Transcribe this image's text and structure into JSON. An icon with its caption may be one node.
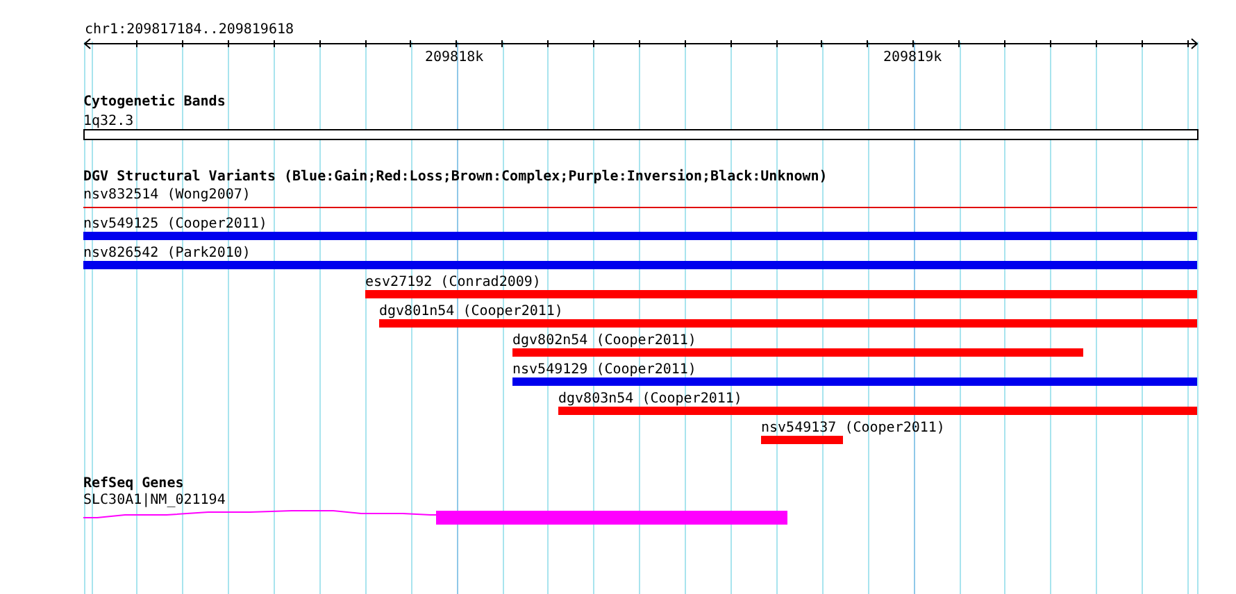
{
  "diagram": {
    "nodes": [
      {
        "text": [
          "1q32.3"
        ]
      },
      {
        "text": [
          "nsv832514 (Wong2007)"
        ]
      },
      {
        "text": [
          "nsv549125 (Cooper2011)"
        ]
      },
      {
        "text": [
          "nsv826542 (Park2010)"
        ]
      },
      {
        "text": [
          "esv27192 (Conrad2009)"
        ]
      },
      {
        "text": [
          "dgv801n54 (Cooper2011)"
        ]
      },
      {
        "text": [
          "dgv802n54 (Cooper2011)"
        ]
      },
      {
        "text": [
          "nsv549129 (Cooper2011)"
        ]
      },
      {
        "text": [
          "dgv803n54 (Cooper2011)"
        ]
      },
      {
        "text": [
          "nsv549137 (Cooper2011)"
        ]
      },
      {
        "text": [
          "SLC30A1|NM_021194"
        ]
      }
    ],
    "labels": [
      "chr1:209817184..209819618",
      "209818k",
      "209819k",
      "Cytogenetic Bands",
      "DGV Structural Variants (Blue:Gain;Red:Loss;Brown:Complex;Purple:Inversion;Black:Unknown)",
      "RefSeq Genes"
    ]
  }
}
